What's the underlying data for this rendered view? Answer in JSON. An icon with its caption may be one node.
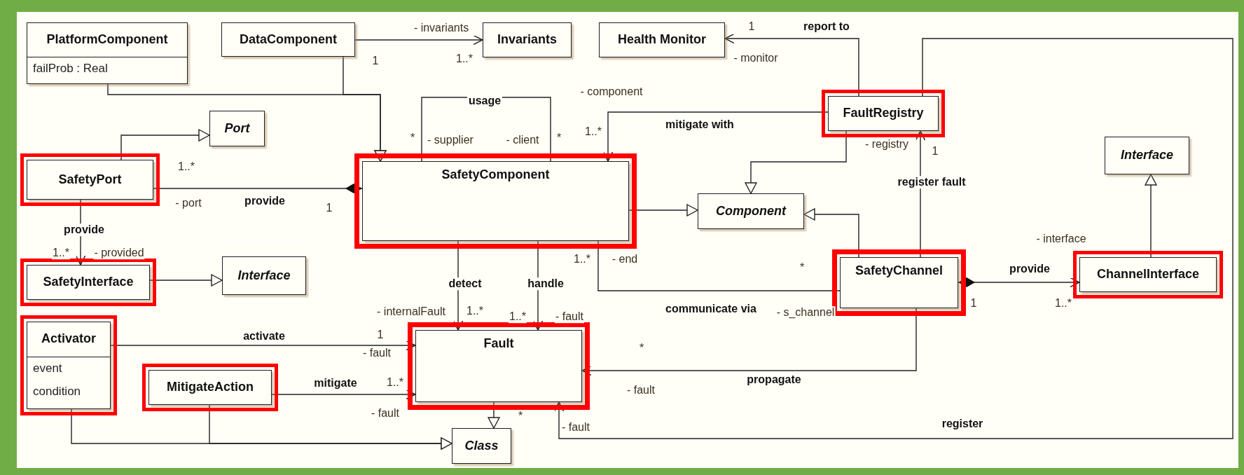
{
  "diagram": {
    "nodes": [
      {
        "text": [
          "PlatformComponent",
          "failProb : Real"
        ]
      },
      {
        "text": [
          "DataComponent"
        ]
      },
      {
        "text": [
          "Invariants"
        ]
      },
      {
        "text": [
          "Health Monitor"
        ]
      },
      {
        "text": [
          "FaultRegistry"
        ]
      },
      {
        "text": [
          "Port"
        ]
      },
      {
        "text": [
          "SafetyPort"
        ]
      },
      {
        "text": [
          "SafetyComponent"
        ]
      },
      {
        "text": [
          "Component"
        ]
      },
      {
        "text": [
          "Interface"
        ]
      },
      {
        "text": [
          "SafetyInterface"
        ]
      },
      {
        "text": [
          "Interface"
        ]
      },
      {
        "text": [
          "SafetyChannel"
        ]
      },
      {
        "text": [
          "ChannelInterface"
        ]
      },
      {
        "text": [
          "Activator",
          "event",
          "condition"
        ]
      },
      {
        "text": [
          "MitigateAction"
        ]
      },
      {
        "text": [
          "Fault"
        ]
      },
      {
        "text": [
          "Class"
        ]
      }
    ],
    "edges": [
      {
        "from": 0,
        "to": 7,
        "arrow": "to"
      },
      {
        "from": 1,
        "to": 7,
        "arrow": "to"
      },
      {
        "from": 1,
        "to": 2,
        "arrow": "to"
      },
      {
        "from": 4,
        "to": 3,
        "arrow": "to",
        "label": "report to"
      },
      {
        "from": 7,
        "to": 7,
        "arrow": "none",
        "label": "usage"
      },
      {
        "from": 4,
        "to": 7,
        "arrow": "to",
        "label": "mitigate with"
      },
      {
        "from": 7,
        "to": 8,
        "arrow": "to"
      },
      {
        "from": 4,
        "to": 8,
        "arrow": "to"
      },
      {
        "from": 12,
        "to": 8,
        "arrow": "to"
      },
      {
        "from": 12,
        "to": 4,
        "arrow": "to",
        "label": "register fault"
      },
      {
        "from": 13,
        "to": 9,
        "arrow": "to"
      },
      {
        "from": 12,
        "to": 13,
        "arrow": "to",
        "label": "provide"
      },
      {
        "from": 7,
        "to": 6,
        "arrow": "other",
        "label": "provide"
      },
      {
        "from": 6,
        "to": 5,
        "arrow": "to"
      },
      {
        "from": 6,
        "to": 10,
        "arrow": "to",
        "label": "provide"
      },
      {
        "from": 10,
        "to": 11,
        "arrow": "to"
      },
      {
        "from": 7,
        "to": 16,
        "arrow": "to",
        "label": "detect"
      },
      {
        "from": 7,
        "to": 16,
        "arrow": "to",
        "label": "handle"
      },
      {
        "from": 7,
        "to": 12,
        "arrow": "none",
        "label": "communicate via"
      },
      {
        "from": 12,
        "to": 16,
        "arrow": "to",
        "label": "propagate"
      },
      {
        "from": 14,
        "to": 16,
        "arrow": "to",
        "label": "activate"
      },
      {
        "from": 15,
        "to": 16,
        "arrow": "to",
        "label": "mitigate"
      },
      {
        "from": 14,
        "to": 17,
        "arrow": "to"
      },
      {
        "from": 15,
        "to": 17,
        "arrow": "to"
      },
      {
        "from": 16,
        "to": 17,
        "arrow": "to"
      },
      {
        "from": 4,
        "to": 16,
        "arrow": "to",
        "label": "register"
      }
    ],
    "labels": [
      "- invariants",
      "1",
      "1..*",
      "1",
      "- monitor",
      "- component",
      "*",
      "- supplier",
      "- client",
      "*",
      "1..*",
      "- registry",
      "1",
      "1..*",
      "- port",
      "1",
      "1..*",
      "- provided",
      "- interface",
      "1..*",
      "- end",
      "*",
      "1",
      "1..*",
      "- internalFault",
      "1..*",
      "1..*",
      "- fault",
      "- s_channel",
      "1",
      "*",
      "- fault",
      "1..*",
      "- fault",
      "- fault",
      "*",
      "- fault"
    ]
  }
}
